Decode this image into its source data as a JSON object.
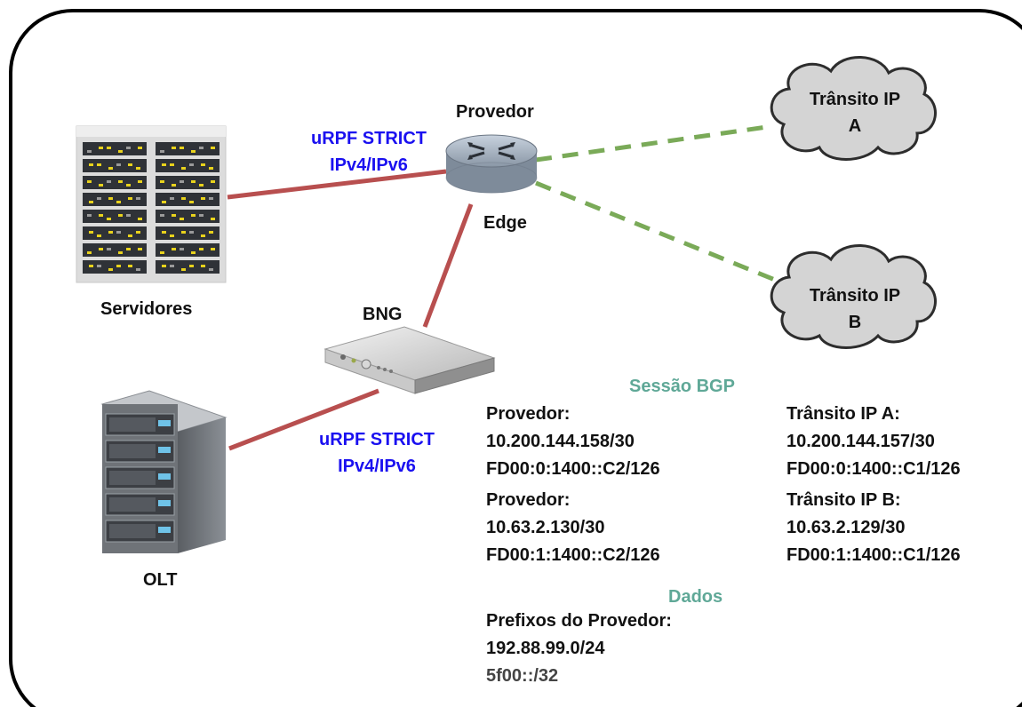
{
  "nodes": {
    "servers_label": "Servidores",
    "router_label_top": "Provedor",
    "router_label_bottom": "Edge",
    "bng_label": "BNG",
    "olt_label": "OLT",
    "transit_a": {
      "line1": "Trânsito IP",
      "line2": "A"
    },
    "transit_b": {
      "line1": "Trânsito IP",
      "line2": "B"
    }
  },
  "links": {
    "servers_urpf": {
      "line1": "uRPF STRICT",
      "line2": "IPv4/IPv6"
    },
    "olt_urpf": {
      "line1": "uRPF STRICT",
      "line2": "IPv4/IPv6"
    }
  },
  "bgp": {
    "title": "Sessão BGP",
    "provider_a": {
      "title": "Provedor:",
      "ipv4": "10.200.144.158/30",
      "ipv6": "FD00:0:1400::C2/126"
    },
    "transit_a": {
      "title": "Trânsito IP A:",
      "ipv4": "10.200.144.157/30",
      "ipv6": "FD00:0:1400::C1/126"
    },
    "provider_b": {
      "title": "Provedor:",
      "ipv4": "10.63.2.130/30",
      "ipv6": "FD00:1:1400::C2/126"
    },
    "transit_b": {
      "title": "Trânsito IP B:",
      "ipv4": "10.63.2.129/30",
      "ipv6": "FD00:1:1400::C1/126"
    }
  },
  "dados": {
    "title": "Dados",
    "prefixes_title": "Prefixos do Provedor:",
    "ipv4_prefix": "192.88.99.0/24",
    "ipv6_prefix": "5f00::/32"
  },
  "colors": {
    "physical_link": "#b84f4f",
    "bgp_link": "#7aaa58",
    "urpf_text": "#1a10f0",
    "section_title": "#5fa897",
    "cloud_fill": "#d4d4d4"
  }
}
